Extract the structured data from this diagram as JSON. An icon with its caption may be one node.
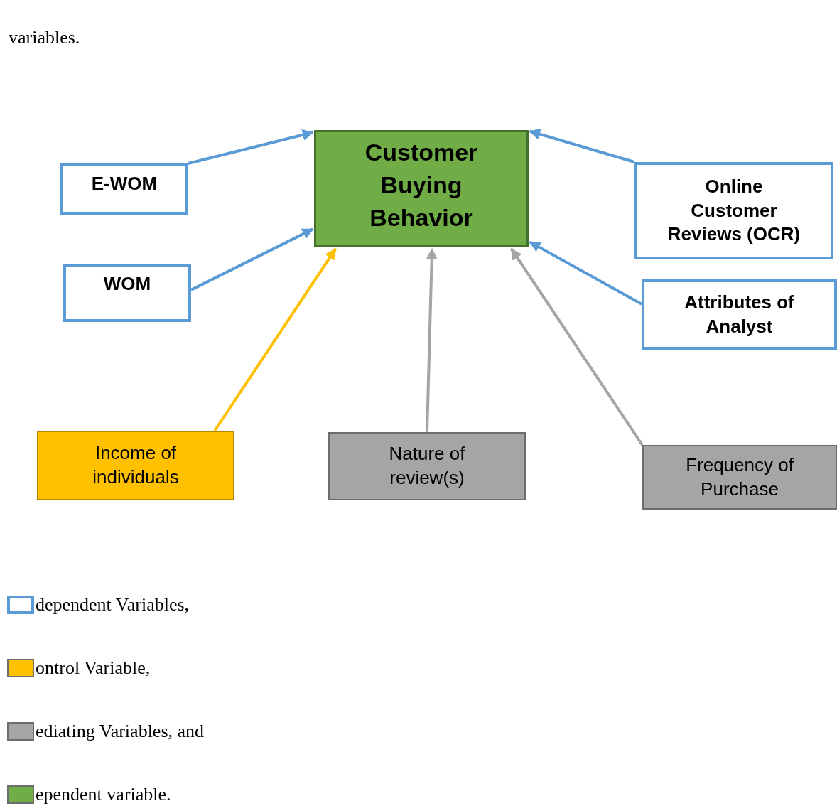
{
  "diagram": {
    "nodes": [
      {
        "text": [
          "Customer Buying Behavior"
        ]
      },
      {
        "text": [
          "E-WOM"
        ]
      },
      {
        "text": [
          "WOM"
        ]
      },
      {
        "text": [
          "Online Customer Reviews (OCR)"
        ]
      },
      {
        "text": [
          "Attributes of Analyst"
        ]
      },
      {
        "text": [
          "Income of individuals"
        ]
      },
      {
        "text": [
          "Nature of review(s)"
        ]
      },
      {
        "text": [
          "Frequency of Purchase"
        ]
      }
    ],
    "edges": [
      {
        "from": 1,
        "to": 0,
        "arrow": "to"
      },
      {
        "from": 2,
        "to": 0,
        "arrow": "to"
      },
      {
        "from": 3,
        "to": 0,
        "arrow": "to"
      },
      {
        "from": 4,
        "to": 0,
        "arrow": "to"
      },
      {
        "from": 5,
        "to": 0,
        "arrow": "to",
        "color": "#ffc000"
      },
      {
        "from": 6,
        "to": 0,
        "arrow": "to",
        "color": "#a5a5a5"
      },
      {
        "from": 7,
        "to": 0,
        "arrow": "to",
        "color": "#a5a5a5"
      }
    ],
    "labels": [
      "variables."
    ],
    "legend": [
      {
        "text": "dependent Variables,"
      },
      {
        "text": "ontrol Variable,",
        "color": "#ffc000"
      },
      {
        "text": "ediating Variables, and",
        "color": "#a5a5a5"
      },
      {
        "text": "ependent variable.",
        "color": "#70ad47"
      }
    ]
  }
}
